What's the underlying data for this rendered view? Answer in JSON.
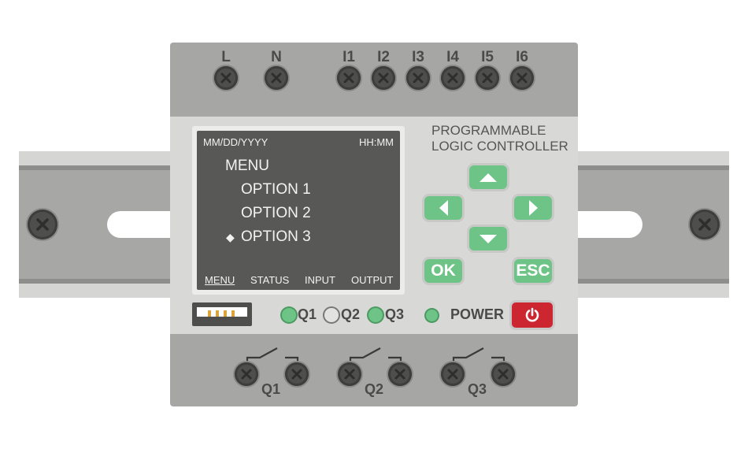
{
  "terminals_top": [
    "L",
    "N",
    "I1",
    "I2",
    "I3",
    "I4",
    "I5",
    "I6"
  ],
  "brand": {
    "line1": "PROGRAMMABLE",
    "line2": "LOGIC CONTROLLER"
  },
  "lcd": {
    "date": "MM/DD/YYYY",
    "time": "HH:MM",
    "menu_title": "MENU",
    "options": [
      "OPTION 1",
      "OPTION 2",
      "OPTION 3"
    ],
    "selected_option": "OPTION 3",
    "cursor": "◆",
    "tabs": [
      "MENU",
      "STATUS",
      "INPUT",
      "OUTPUT"
    ],
    "active_tab": "MENU"
  },
  "keys": {
    "ok": "OK",
    "esc": "ESC"
  },
  "outputs": [
    {
      "label": "Q1",
      "state": "on"
    },
    {
      "label": "Q2",
      "state": "off"
    },
    {
      "label": "Q3",
      "state": "on"
    }
  ],
  "power": {
    "label": "POWER",
    "state": "on"
  },
  "relays_bottom": [
    "Q1",
    "Q2",
    "Q3"
  ],
  "colors": {
    "key_green": "#6ec487",
    "power_red": "#cc2631",
    "lcd_bg": "#585957"
  }
}
